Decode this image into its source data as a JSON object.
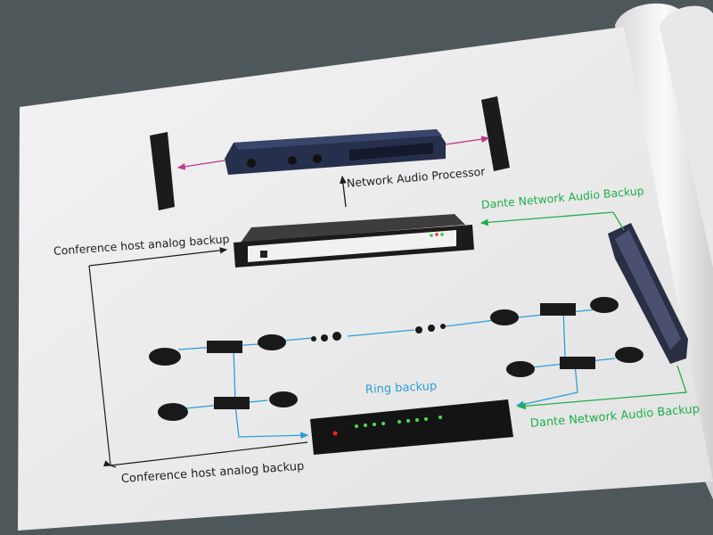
{
  "labels": {
    "network_audio_processor": "Network Audio Processor",
    "dante_backup_top": "Dante Network Audio Backup",
    "dante_backup_bottom": "Dante Network Audio Backup",
    "host_analog_backup_top": "Conference host analog backup",
    "host_analog_backup_bottom": "Conference host analog backup",
    "ring_backup": "Ring backup"
  },
  "colors": {
    "background": "#4e5759",
    "paper": "#ececec",
    "network_line": "#2a9fd6",
    "dante_line": "#1fae4a",
    "speaker_line": "#c0388a",
    "analog_line": "#1d1d1d"
  }
}
